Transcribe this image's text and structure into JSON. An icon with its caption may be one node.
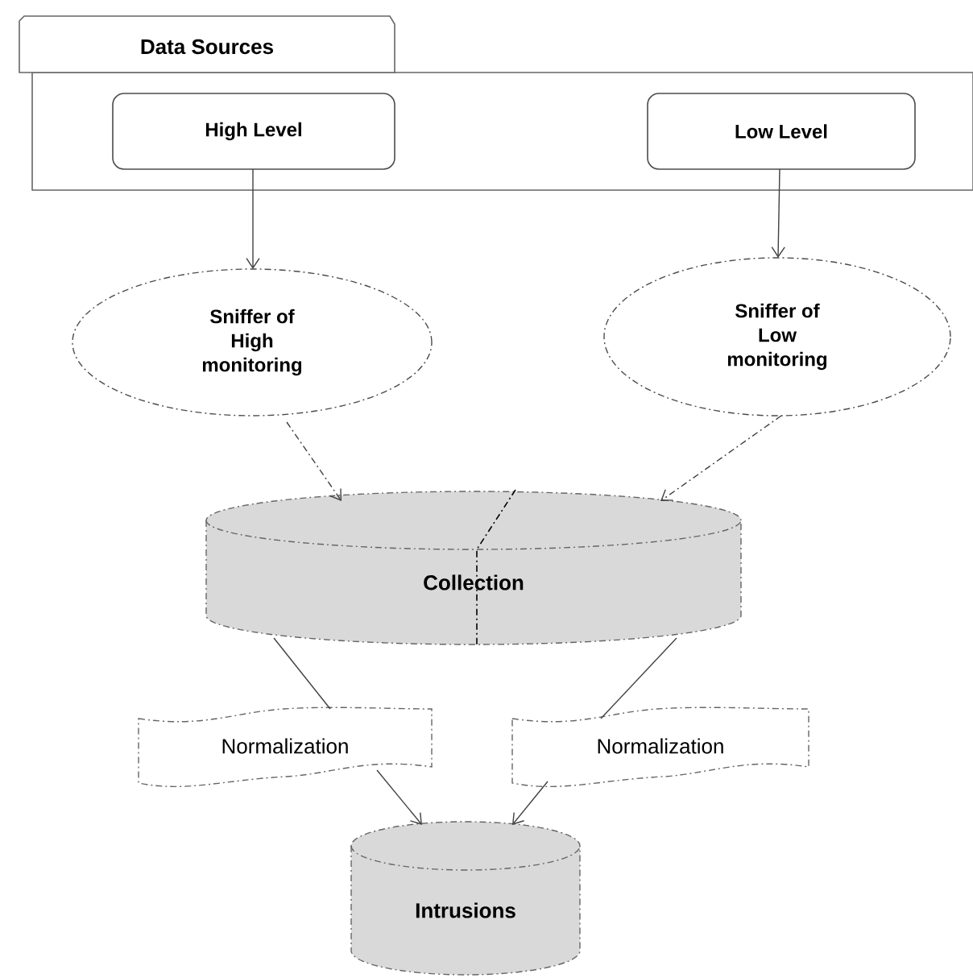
{
  "diagram": {
    "nodes": [
      {
        "text": [
          "Data Sources"
        ]
      },
      {
        "text": [
          "High Level"
        ],
        "in": 0
      },
      {
        "text": [
          "Low Level"
        ],
        "in": 0
      },
      {
        "text": [
          "Sniffer of High monitoring"
        ]
      },
      {
        "text": [
          "Sniffer of Low monitoring"
        ]
      },
      {
        "text": [
          "Collection"
        ]
      },
      {
        "text": [
          "Normalization"
        ]
      },
      {
        "text": [
          "Normalization"
        ]
      },
      {
        "text": [
          "Intrusions"
        ]
      }
    ],
    "edges": [
      {
        "from": 1,
        "to": 3,
        "arrow": "to"
      },
      {
        "from": 2,
        "to": 4,
        "arrow": "to"
      },
      {
        "from": 3,
        "to": 5,
        "arrow": "to",
        "style": "dashed"
      },
      {
        "from": 4,
        "to": 5,
        "arrow": "to",
        "style": "dashed"
      },
      {
        "from": 5,
        "to": 6,
        "arrow": "none"
      },
      {
        "from": 5,
        "to": 7,
        "arrow": "none"
      },
      {
        "from": 6,
        "to": 8,
        "arrow": "to"
      },
      {
        "from": 7,
        "to": 8,
        "arrow": "to"
      }
    ]
  }
}
